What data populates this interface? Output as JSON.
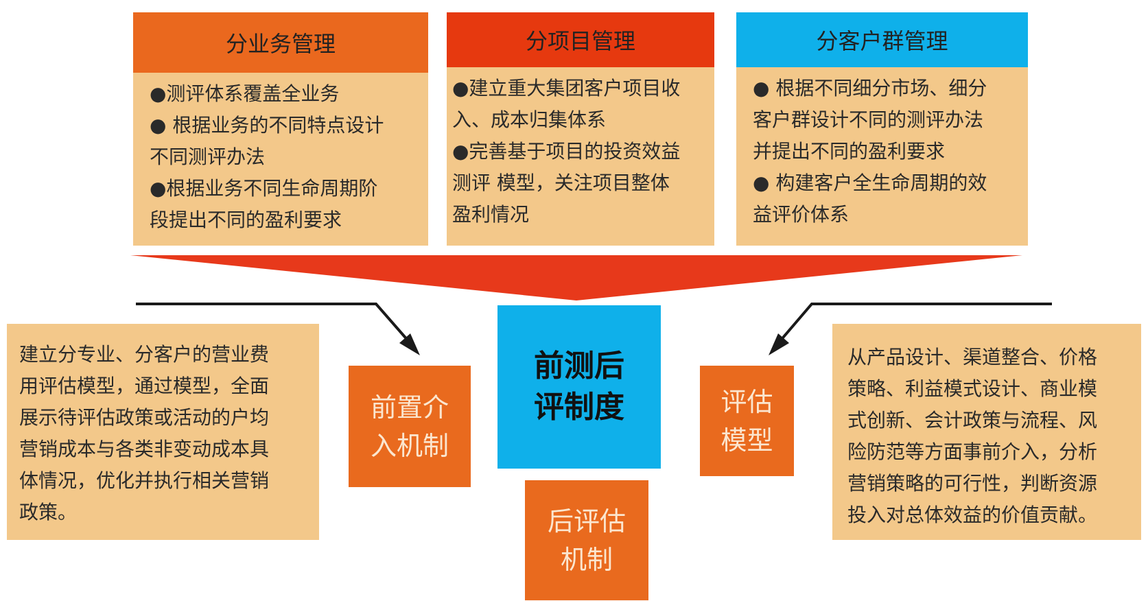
{
  "colors": {
    "orange_header": "#ea681e",
    "red_header": "#e6390f",
    "blue_header": "#0fb0ea",
    "panel_fill": "#f3c88a",
    "mechanism_fill": "#e96a1e",
    "center_fill": "#0fb0ea",
    "funnel_fill": "#e7391b"
  },
  "columns": [
    {
      "title": "分业务管理",
      "lines": [
        "●测评体系覆盖全业务",
        "● 根据业务的不同特点设计",
        "不同测评办法",
        "●根据业务不同生命周期阶",
        "段提出不同的盈利要求"
      ]
    },
    {
      "title": "分项目管理",
      "lines": [
        "●建立重大集团客户项目收",
        "入、成本归集体系",
        "●完善基于项目的投资效益",
        "测评 模型，关注项目整体",
        "盈利情况"
      ]
    },
    {
      "title": "分客户群管理",
      "lines": [
        "● 根据不同细分市场、细分",
        "客户群设计不同的测评办法",
        "并提出不同的盈利要求",
        "● 构建客户全生命周期的效",
        "益评价体系"
      ]
    }
  ],
  "center": {
    "lines": [
      "前测后",
      "评制度"
    ]
  },
  "mechanisms": {
    "pre": {
      "lines": [
        "前置介",
        "入机制"
      ]
    },
    "model": {
      "lines": [
        "评估",
        "模型"
      ]
    },
    "post": {
      "lines": [
        "后评估",
        "机制"
      ]
    }
  },
  "left_panel": {
    "lines": [
      "建立分专业、分客户的营业费",
      "用评估模型，通过模型，全面",
      "展示待评估政策或活动的户均",
      "营销成本与各类非变动成本具",
      "体情况，优化并执行相关营销",
      "政策。"
    ]
  },
  "right_panel": {
    "lines": [
      "从产品设计、渠道整合、价格",
      "策略、利益模式设计、商业模",
      "式创新、会计政策与流程、风",
      "险防范等方面事前介入，分析",
      "营销策略的可行性，判断资源",
      "投入对总体效益的价值贡献。"
    ]
  }
}
